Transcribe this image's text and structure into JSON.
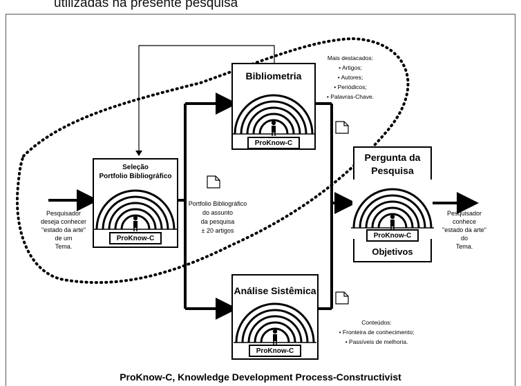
{
  "header": {
    "caption": "utilizadas na presente pesquisa"
  },
  "diagram": {
    "footer_title": "ProKnow-C, Knowledge Development Process-Constructivist",
    "input_text": [
      "Pesquisador",
      "deseja conhecer",
      "\"estado da arte\"",
      "de um",
      "Tema."
    ],
    "output_text": [
      "Pesquisador",
      "conhece",
      "\"estado da arte\"",
      "do",
      "Tema."
    ],
    "selection_box": {
      "title": [
        "Seleção",
        "Portfolio Bibliográfico"
      ],
      "badge": "ProKnow-C"
    },
    "portfolio_note": [
      "Portfolio Bibliográfico",
      "do assunto",
      "da pesquisa",
      "± 20 artigos"
    ],
    "bibliometria_box": {
      "title": "Bibliometria",
      "badge": "ProKnow-C"
    },
    "bibliometria_note": {
      "heading": "Mais destacados:",
      "items": [
        "• Artigos;",
        "• Autores;",
        "• Periódicos;",
        "• Palavras-Chave."
      ]
    },
    "analise_box": {
      "title": "Análise Sistêmica",
      "badge": "ProKnow-C"
    },
    "analise_note": {
      "heading": "Conteúdos:",
      "items": [
        "• Fronteira de conhecimento;",
        "• Passíveis de melhoria."
      ]
    },
    "pergunta_box": {
      "title": [
        "Pergunta da",
        "Pesquisa"
      ],
      "badge": "ProKnow-C",
      "subtitle": "Objetivos"
    }
  }
}
